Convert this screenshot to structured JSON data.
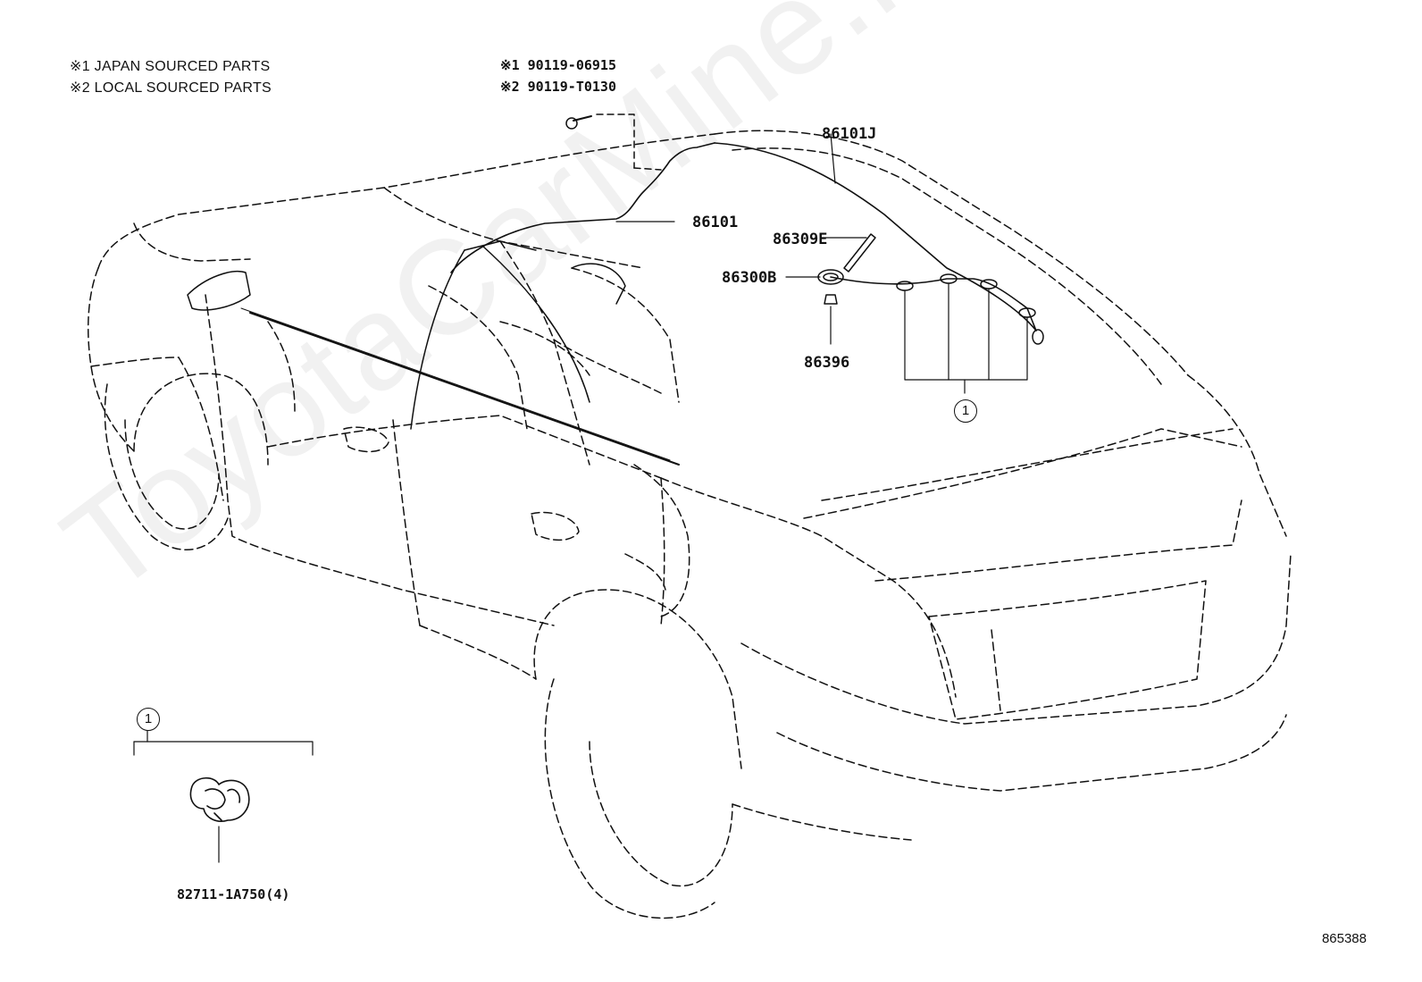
{
  "notes": {
    "line1": "※1 JAPAN SOURCED PARTS",
    "line2": "※2 LOCAL SOURCED PARTS"
  },
  "bolt_parts": {
    "line1": "※1 90119-06915",
    "line2": "※2 90119-T0130"
  },
  "parts": {
    "cable_roof": "86101J",
    "cable_front": "86101",
    "antenna_rod": "86309E",
    "antenna_base": "86300B",
    "nut": "86396",
    "clamp": "82711-1A750(4)"
  },
  "callouts": {
    "clamp_group_main": "1",
    "clamp_group_detail": "1"
  },
  "watermark": "ToyotaCarMine.ru",
  "reference_number": "865388"
}
